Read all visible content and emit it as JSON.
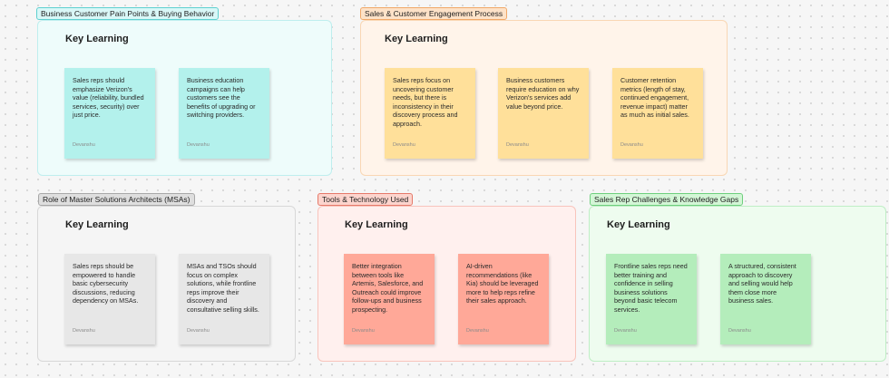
{
  "sections": [
    {
      "tag": "Business Customer Pain Points & Buying Behavior",
      "heading": "Key Learning",
      "notes": [
        {
          "text": "Sales reps should emphasize Verizon's value (reliability, bundled services, security) over just price.",
          "author": "Devanshu"
        },
        {
          "text": "Business education campaigns can help customers see the benefits of upgrading or switching providers.",
          "author": "Devanshu"
        }
      ]
    },
    {
      "tag": "Sales & Customer Engagement Process",
      "heading": "Key Learning",
      "notes": [
        {
          "text": "Sales reps focus on uncovering customer needs, but there is inconsistency in their discovery process and approach.",
          "author": "Devanshu"
        },
        {
          "text": "Business customers require education on why Verizon's services add value beyond price.",
          "author": "Devanshu"
        },
        {
          "text": "Customer retention metrics (length of stay, continued engagement, revenue impact) matter as much as initial sales.",
          "author": "Devanshu"
        }
      ]
    },
    {
      "tag": "Role of Master Solutions Architects (MSAs)",
      "heading": "Key Learning",
      "notes": [
        {
          "text": "Sales reps should be empowered to handle basic cybersecurity discussions, reducing dependency on MSAs.",
          "author": "Devanshu"
        },
        {
          "text": "MSAs and TSOs should focus on complex solutions, while frontline reps improve their discovery and consultative selling skills.",
          "author": "Devanshu"
        }
      ]
    },
    {
      "tag": "Tools & Technology Used",
      "heading": "Key Learning",
      "notes": [
        {
          "text": "Better integration between tools like Artemis, Salesforce, and Outreach could improve follow-ups and business prospecting.",
          "author": "Devanshu"
        },
        {
          "text": "AI-driven recommendations (like Kia) should be leveraged more to help reps refine their sales approach.",
          "author": "Devanshu"
        }
      ]
    },
    {
      "tag": "Sales Rep Challenges & Knowledge Gaps",
      "heading": "Key Learning",
      "notes": [
        {
          "text": "Frontline sales reps need better training and confidence in selling business solutions beyond basic telecom services.",
          "author": "Devanshu"
        },
        {
          "text": "A structured, consistent approach to discovery and selling would help them close more business sales.",
          "author": "Devanshu"
        }
      ]
    }
  ],
  "colors": {
    "teal_section_bg": "#eefcfb",
    "teal_section_border": "#bfeeee",
    "teal_tag_bg": "#d9f7f7",
    "teal_tag_border": "#5fd0d0",
    "teal_note": "#b3f1ec",
    "orange_section_bg": "#fff4ea",
    "orange_section_border": "#f9d7b4",
    "orange_tag_bg": "#fde2c8",
    "orange_tag_border": "#f0a868",
    "orange_note": "#ffe09a",
    "gray_section_bg": "#f5f5f5",
    "gray_section_border": "#d8d8d8",
    "gray_tag_bg": "#dedede",
    "gray_tag_border": "#a8a8a8",
    "gray_note": "#e7e7e7",
    "red_section_bg": "#fff0ee",
    "red_section_border": "#f8c4bc",
    "red_tag_bg": "#fcd4cd",
    "red_tag_border": "#e57a6a",
    "red_note": "#ffa898",
    "green_section_bg": "#eefcef",
    "green_section_border": "#bfeec5",
    "green_tag_bg": "#d3f6d6",
    "green_tag_border": "#6fcf7e",
    "green_note": "#b4edbb"
  }
}
